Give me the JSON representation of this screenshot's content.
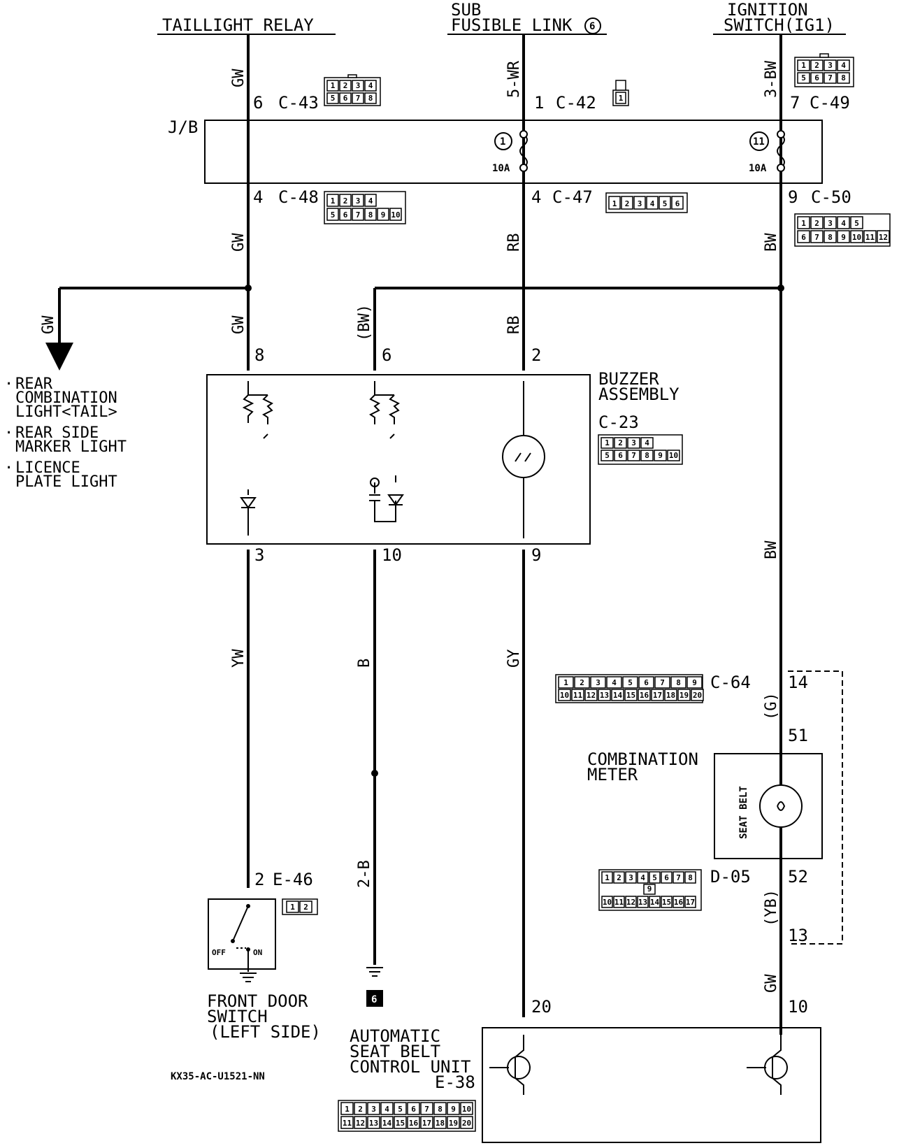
{
  "sources": {
    "taillight": "TAILLIGHT RELAY",
    "sub_fusible_line1": "SUB",
    "sub_fusible_line2": "FUSIBLE LINK",
    "sub_fusible_num": "6",
    "ignition_line1": "IGNITION",
    "ignition_line2": "SWITCH(IG1)"
  },
  "junction_block": {
    "label": "J/B",
    "fuse1_num": "1",
    "fuse1_rating": "10A",
    "fuse2_num": "11",
    "fuse2_rating": "10A"
  },
  "connectors": {
    "c43": "C-43",
    "c43_pin": "6",
    "c42": "C-42",
    "c42_pin": "1",
    "c49": "C-49",
    "c49_pin": "7",
    "c48": "C-48",
    "c48_pin": "4",
    "c47": "C-47",
    "c47_pin": "4",
    "c50": "C-50",
    "c50_pin": "9",
    "c23": "C-23",
    "c64": "C-64",
    "d05": "D-05",
    "e46": "E-46",
    "e46_pin": "2",
    "e38": "E-38"
  },
  "wire_colors": {
    "gw_top": "GW",
    "wr": "5-WR",
    "bw_top": "3-BW",
    "gw_mid": "GW",
    "rb_mid": "RB",
    "bw_mid": "BW",
    "gw_left": "GW",
    "gw_buzzer": "GW",
    "bw_paren": "(BW)",
    "rb_buzzer": "RB",
    "yw": "YW",
    "b": "B",
    "gy": "GY",
    "bw_lower": "BW",
    "g_paren": "(G)",
    "b2": "2-B",
    "yb_paren": "(YB)",
    "gw_bottom": "GW"
  },
  "buzzer": {
    "title_line1": "BUZZER",
    "title_line2": "ASSEMBLY",
    "pin_a": "8",
    "pin_b": "6",
    "pin_c": "2",
    "pin_d": "3",
    "pin_e": "10",
    "pin_f": "9"
  },
  "tail_loads": {
    "item1_line1": "REAR",
    "item1_line2": "COMBINATION",
    "item1_line3": "LIGHT<TAIL>",
    "item2_line1": "REAR SIDE",
    "item2_line2": "MARKER LIGHT",
    "item3_line1": "LICENCE",
    "item3_line2": "PLATE LIGHT"
  },
  "combination_meter": {
    "title_line1": "COMBINATION",
    "title_line2": "METER",
    "lamp_label": "SEAT BELT",
    "pin_14": "14",
    "pin_51": "51",
    "pin_52": "52",
    "pin_13": "13"
  },
  "door_switch": {
    "title_line1": "FRONT DOOR",
    "title_line2": "SWITCH",
    "title_line3": "(LEFT SIDE)",
    "off": "OFF",
    "on": "ON"
  },
  "ground": {
    "num": "6"
  },
  "seat_belt_unit": {
    "title_line1": "AUTOMATIC",
    "title_line2": "SEAT BELT",
    "title_line3": "CONTROL UNIT",
    "pin_20": "20",
    "pin_10": "10"
  },
  "footer_code": "KX35-AC-U1521-NN",
  "connector_pins": {
    "c43_r1": [
      "1",
      "2",
      "3",
      "4"
    ],
    "c43_r2": [
      "5",
      "6",
      "7",
      "8"
    ],
    "c42": [
      "1"
    ],
    "c49_r1": [
      "1",
      "2",
      "3",
      "4"
    ],
    "c49_r2": [
      "5",
      "6",
      "7",
      "8"
    ],
    "c48_r1": [
      "1",
      "2",
      "3",
      "4"
    ],
    "c48_r2": [
      "5",
      "6",
      "7",
      "8",
      "9",
      "10"
    ],
    "c47": [
      "1",
      "2",
      "3",
      "4",
      "5",
      "6"
    ],
    "c50_r1": [
      "1",
      "2",
      "3",
      "4",
      "5"
    ],
    "c50_r2": [
      "6",
      "7",
      "8",
      "9",
      "10",
      "11",
      "12"
    ],
    "c23_r1": [
      "1",
      "2",
      "3",
      "4"
    ],
    "c23_r2": [
      "5",
      "6",
      "7",
      "8",
      "9",
      "10"
    ],
    "c64_r1": [
      "1",
      "2",
      "3",
      "4",
      "5",
      "6",
      "7",
      "8",
      "9"
    ],
    "c64_r2": [
      "10",
      "11",
      "12",
      "13",
      "14",
      "15",
      "16",
      "17",
      "18",
      "19",
      "20"
    ],
    "d05_r1": [
      "1",
      "2",
      "3",
      "4",
      "5",
      "6",
      "7",
      "8"
    ],
    "d05_mid": [
      "9"
    ],
    "d05_r2": [
      "10",
      "11",
      "12",
      "13",
      "14",
      "15",
      "16",
      "17"
    ],
    "e46": [
      "1",
      "2"
    ],
    "e38_r1": [
      "1",
      "2",
      "3",
      "4",
      "5",
      "6",
      "7",
      "8",
      "9",
      "10"
    ],
    "e38_r2": [
      "11",
      "12",
      "13",
      "14",
      "15",
      "16",
      "17",
      "18",
      "19",
      "20"
    ]
  }
}
